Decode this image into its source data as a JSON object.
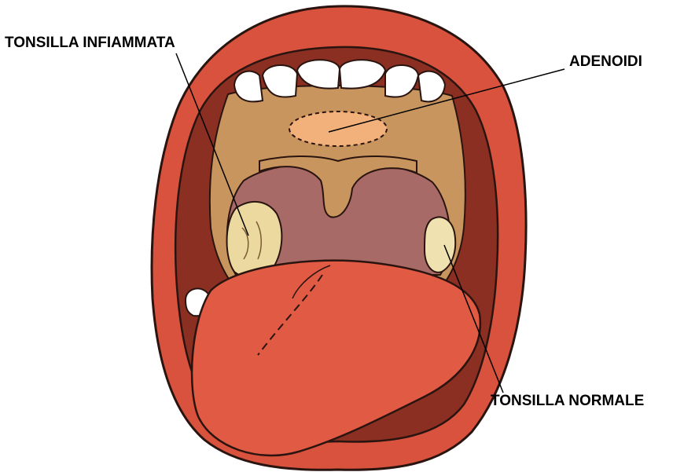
{
  "labels": {
    "inflamed_tonsil": "TONSILLA INFIAMMATA",
    "adenoids": "ADENOIDI",
    "normal_tonsil": "TONSILLA NORMALE"
  },
  "colors": {
    "lips": "#d9523d",
    "lip_outline": "#2a1410",
    "mouth_interior": "#8a2f22",
    "palate": "#c8955f",
    "adenoids": "#f2b07a",
    "throat": "#a86a67",
    "inflamed_tonsil": "#ecd9a0",
    "normal_tonsil": "#f0e2b0",
    "tongue": "#e05a44",
    "teeth": "#ffffff"
  },
  "icons": [
    "open-mouth-illustration"
  ]
}
